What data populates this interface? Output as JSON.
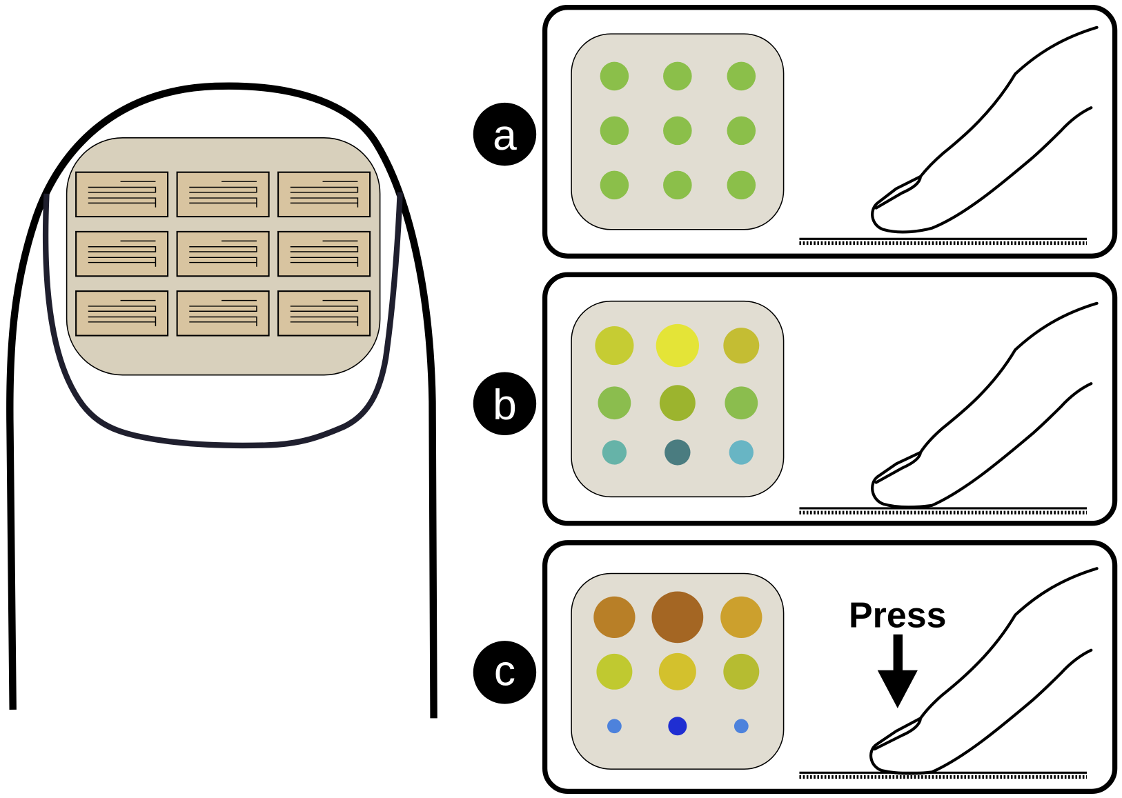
{
  "panels": [
    {
      "label": "a",
      "dots": [
        [
          "#8bbf4a",
          "#8bbf4a",
          "#8bbf4a"
        ],
        [
          "#8bbf4a",
          "#8bbf4a",
          "#8bbf4a"
        ],
        [
          "#8bbf4a",
          "#8bbf4a",
          "#8bbf4a"
        ]
      ]
    },
    {
      "label": "b",
      "dots": [
        [
          "#c6cc33",
          "#e4e437",
          "#c4bd33"
        ],
        [
          "#8bbd4e",
          "#9cb42e",
          "#8bbd4e"
        ],
        [
          "#66b3a8",
          "#4a7c80",
          "#68b5c4"
        ]
      ]
    },
    {
      "label": "c",
      "press_label": "Press",
      "dots": [
        [
          "#b87f27",
          "#a46623",
          "#cca02d"
        ],
        [
          "#c0c930",
          "#d3c12d",
          "#b6bc31"
        ],
        [
          "#4d82dc",
          "#1f2ed2",
          "#4d82dc"
        ]
      ]
    }
  ],
  "colors": {
    "nail_sensor_fill": "#d8d0bc",
    "electrode_fill": "#d8c4a0",
    "readout_fill": "#e1ddd2",
    "nail_outline": "#1f1f2e"
  }
}
